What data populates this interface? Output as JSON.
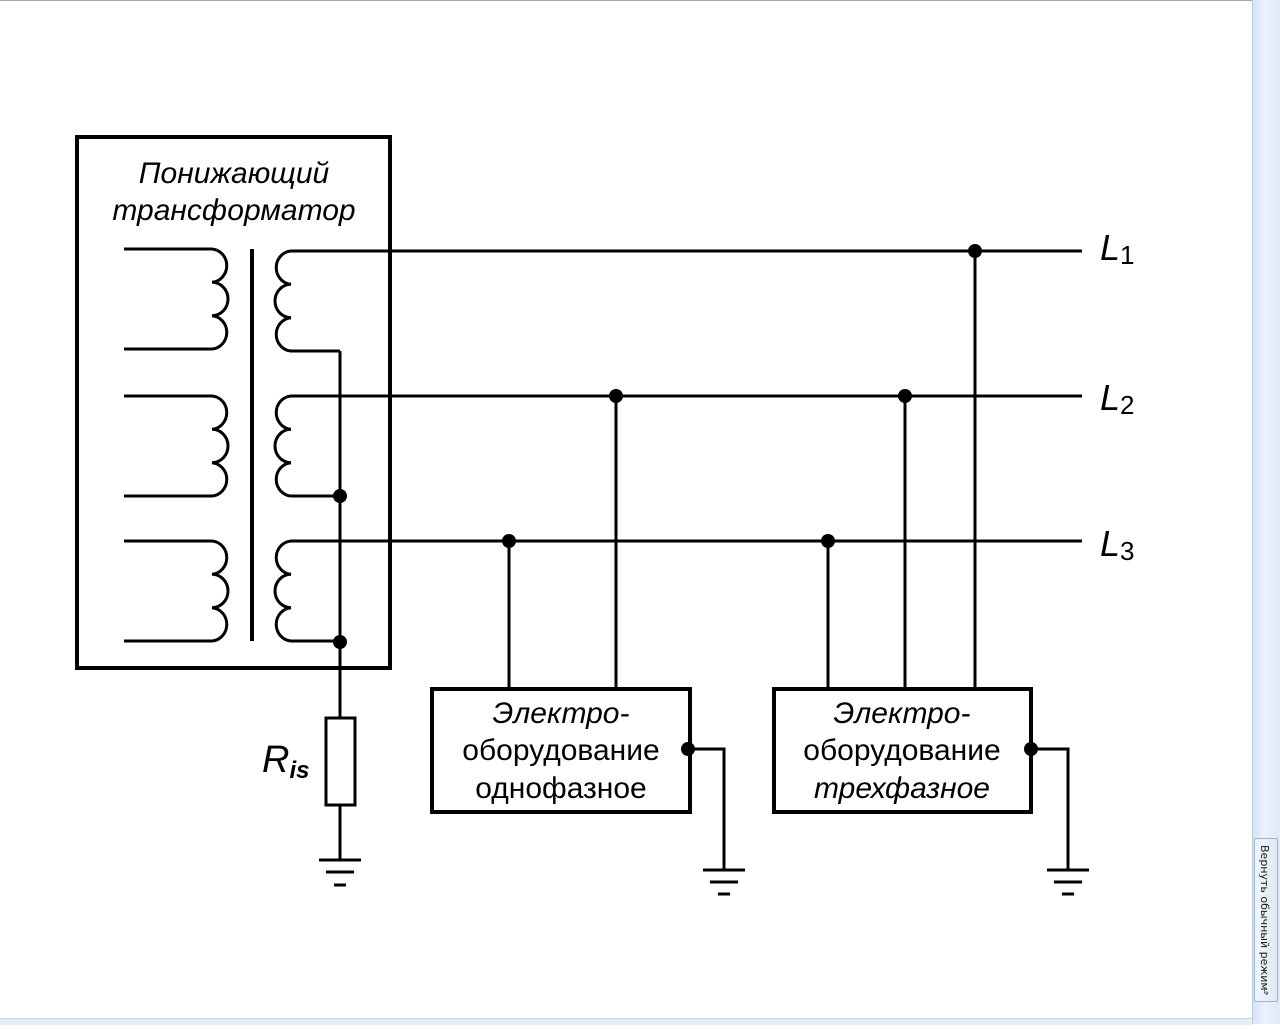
{
  "diagram": {
    "transformer": {
      "title_line1": "Понижающий",
      "title_line2": "трансформатор"
    },
    "lines": [
      {
        "letter": "L",
        "index": "1"
      },
      {
        "letter": "L",
        "index": "2"
      },
      {
        "letter": "L",
        "index": "3"
      }
    ],
    "resistor": {
      "letter": "R",
      "subscript": "is"
    },
    "equipment_single": {
      "line1": "Электро-",
      "line2": "оборудование",
      "line3": "однофазное"
    },
    "equipment_three": {
      "line1": "Электро-",
      "line2": "оборудование",
      "line3": "трехфазное"
    }
  },
  "sidebar": {
    "return_label": "Вернуть обычный режим",
    "return_icon": "arrow-icon"
  }
}
